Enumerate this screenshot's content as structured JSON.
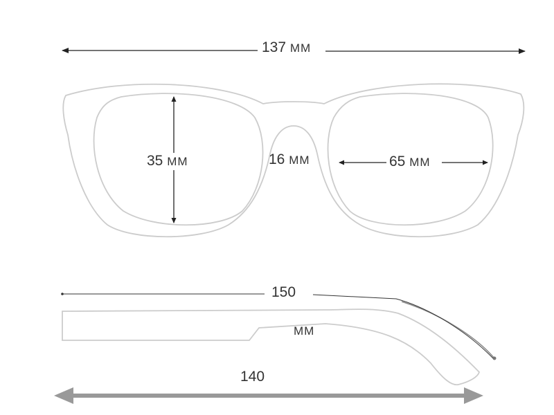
{
  "dimensions": {
    "total_width": {
      "value": "137",
      "unit": "MM"
    },
    "lens_height": {
      "value": "35",
      "unit": "MM"
    },
    "bridge_width": {
      "value": "16",
      "unit": "MM"
    },
    "lens_width": {
      "value": "65",
      "unit": "MM"
    },
    "temple_length": {
      "value": "150",
      "unit": "MM"
    },
    "temple_straight_length": {
      "value": "140"
    }
  },
  "colors": {
    "outline": "#cccccc",
    "arrow": "#222222",
    "temple_arrow": "#999999",
    "text": "#333333"
  }
}
